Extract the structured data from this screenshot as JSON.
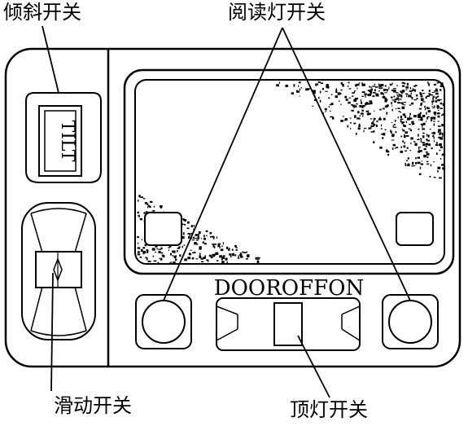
{
  "labels": {
    "tilt_switch": "倾斜开关",
    "reading_lamp_switch": "阅读灯开关",
    "slide_switch": "滑动开关",
    "dome_lamp_switch": "顶灯开关"
  },
  "panel": {
    "tilt_text": "TILT",
    "dome_switch_positions": "DOOROFFON"
  },
  "colors": {
    "line": "#000000",
    "background": "#ffffff"
  }
}
